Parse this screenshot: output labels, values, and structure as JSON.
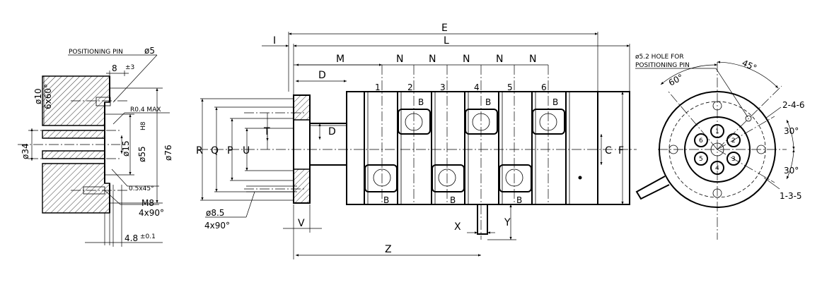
{
  "left_view": {
    "pin_label": "POSITIONING PIN",
    "pin_dia": "ø5",
    "dim_8": "8",
    "tol_3": "±3",
    "dia10": "ø10",
    "angle_6x60": "6x60°",
    "r04": "R0.4  MAX",
    "h8": "H8",
    "dia55": "ø55",
    "dia15": "ø15",
    "dia76": "ø76",
    "dia34": "ø34",
    "chamfer": "0.5x45°",
    "m8": "M8",
    "m8_angle": "4x90°",
    "dim_48": "4.8",
    "tol_01": "±0.1"
  },
  "middle_view": {
    "dims": {
      "E": "E",
      "L": "L",
      "I": "I",
      "M": "M",
      "N": "N",
      "D": "D",
      "R": "R",
      "Q": "Q",
      "P": "P",
      "U": "U",
      "T": "T",
      "C": "C",
      "F": "F",
      "V": "V",
      "X": "X",
      "Y": "Y",
      "Z": "Z"
    },
    "channels": [
      "1",
      "2",
      "3",
      "4",
      "5",
      "6"
    ],
    "port_label": "B",
    "hole_dia": "ø8.5",
    "hole_angle": "4x90°"
  },
  "right_view": {
    "hole_label_1": "ø5.2  HOLE FOR",
    "hole_label_2": "POSITIONING PIN",
    "angle_45": "45°",
    "angle_60": "60°",
    "angle_30a": "30°",
    "angle_30b": "30°",
    "group_even": "2-4-6",
    "group_odd": "1-3-5",
    "ports": [
      "1",
      "2",
      "3",
      "4",
      "5",
      "6"
    ]
  }
}
